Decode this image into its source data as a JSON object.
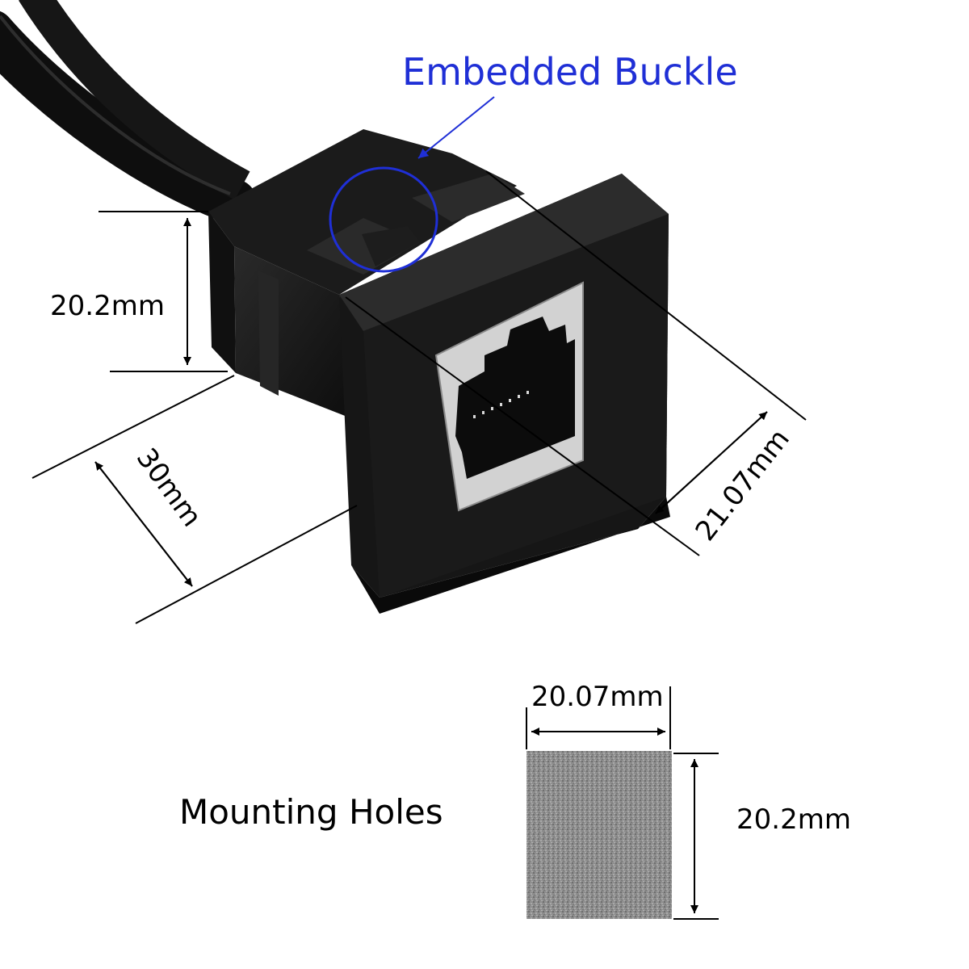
{
  "annotations": {
    "buckle_label": "Embedded Buckle",
    "height_left": "20.2mm",
    "depth": "30mm",
    "width_right": "21.07mm",
    "mounting_holes_label": "Mounting Holes",
    "hole_width": "20.07mm",
    "hole_height": "20.2mm"
  },
  "colors": {
    "annotation_blue": "#1f2fd6",
    "connector_body": "#151515",
    "jack_metal": "#cfcfcf",
    "hole_fill": "#8a8a8a"
  },
  "icons": {
    "product": "rj45-panel-mount-female-connector",
    "cable": "black-round-cable"
  }
}
